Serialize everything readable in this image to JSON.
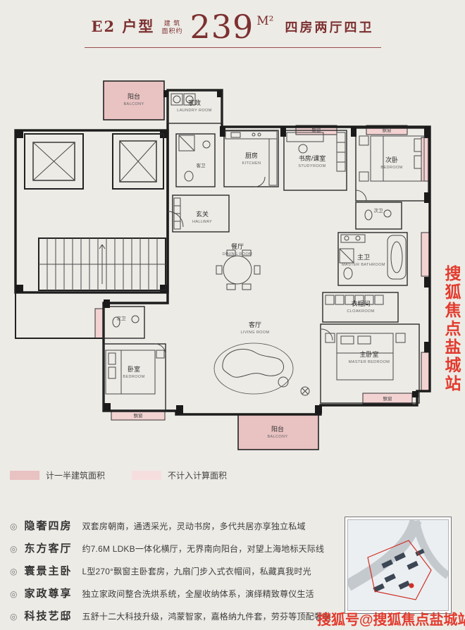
{
  "header": {
    "unit": "E2 户型",
    "area_note_line1": "建 筑",
    "area_note_line2": "面积约",
    "area_value": "239",
    "area_unit": "M²",
    "layout": "四房两厅四卫"
  },
  "rooms": {
    "balcony_top": {
      "cn": "阳台",
      "en": "BALCONY"
    },
    "laundry": {
      "cn": "家政",
      "en": "LAUNDRY ROOM"
    },
    "bath_guest": {
      "cn": "客卫",
      "en": ""
    },
    "kitchen": {
      "cn": "厨房",
      "en": "KITCHEN"
    },
    "study": {
      "cn": "书房/课室",
      "en": "STUDYROOM"
    },
    "bedroom2": {
      "cn": "次卧",
      "en": "BEDROOM"
    },
    "bath2": {
      "cn": "次卫",
      "en": ""
    },
    "master_bath": {
      "cn": "主卫",
      "en": "MASTER BATHROOM"
    },
    "cloakroom": {
      "cn": "衣帽间",
      "en": "CLOAKROOM"
    },
    "master_bedroom": {
      "cn": "主卧室",
      "en": "MASTER BEDROOM"
    },
    "hallway": {
      "cn": "玄关",
      "en": "HALLWAY"
    },
    "dining": {
      "cn": "餐厅",
      "en": "DINING ROOM"
    },
    "living": {
      "cn": "客厅",
      "en": "LIVING ROOM"
    },
    "bedroom3": {
      "cn": "卧室",
      "en": "BEDROOM"
    },
    "bath3": {
      "cn": "次卫",
      "en": ""
    },
    "balcony_bottom": {
      "cn": "阳台",
      "en": "BALCONY"
    },
    "bay_window": {
      "cn": "飘窗",
      "en": ""
    }
  },
  "legend": {
    "half": {
      "label": "计一半建筑面积",
      "color": "#e9c2c2"
    },
    "none": {
      "label": "不计入计算面积",
      "color": "#f6dede"
    }
  },
  "bullet_icon": "◎",
  "features": [
    {
      "title": "隐奢四房",
      "desc": "双套房朝南，通透采光，灵动书房，多代共居亦享独立私域"
    },
    {
      "title": "东方客厅",
      "desc": "约7.6M LDKB一体化横厅，无界南向阳台，对望上海地标天际线"
    },
    {
      "title": "寰景主卧",
      "desc": "L型270°飘窗主卧套房，九扇门步入式衣帽间，私藏真我时光"
    },
    {
      "title": "家政尊享",
      "desc": "独立家政间整合洗烘系统，全屋收纳体系，演绎精致尊仪生活"
    },
    {
      "title": "科技艺邸",
      "desc": "五舒十二大科技升级，鸿蒙智家，嘉格纳九件套，劳芬等顶配奢装"
    }
  ],
  "watermark": {
    "side": "搜狐焦点盐城站",
    "bottom": "搜狐号@搜狐焦点盐城站"
  },
  "colors": {
    "accent": "#7c3030",
    "watermark_red": "#e23b2e",
    "wall": "#1f1f1f"
  }
}
